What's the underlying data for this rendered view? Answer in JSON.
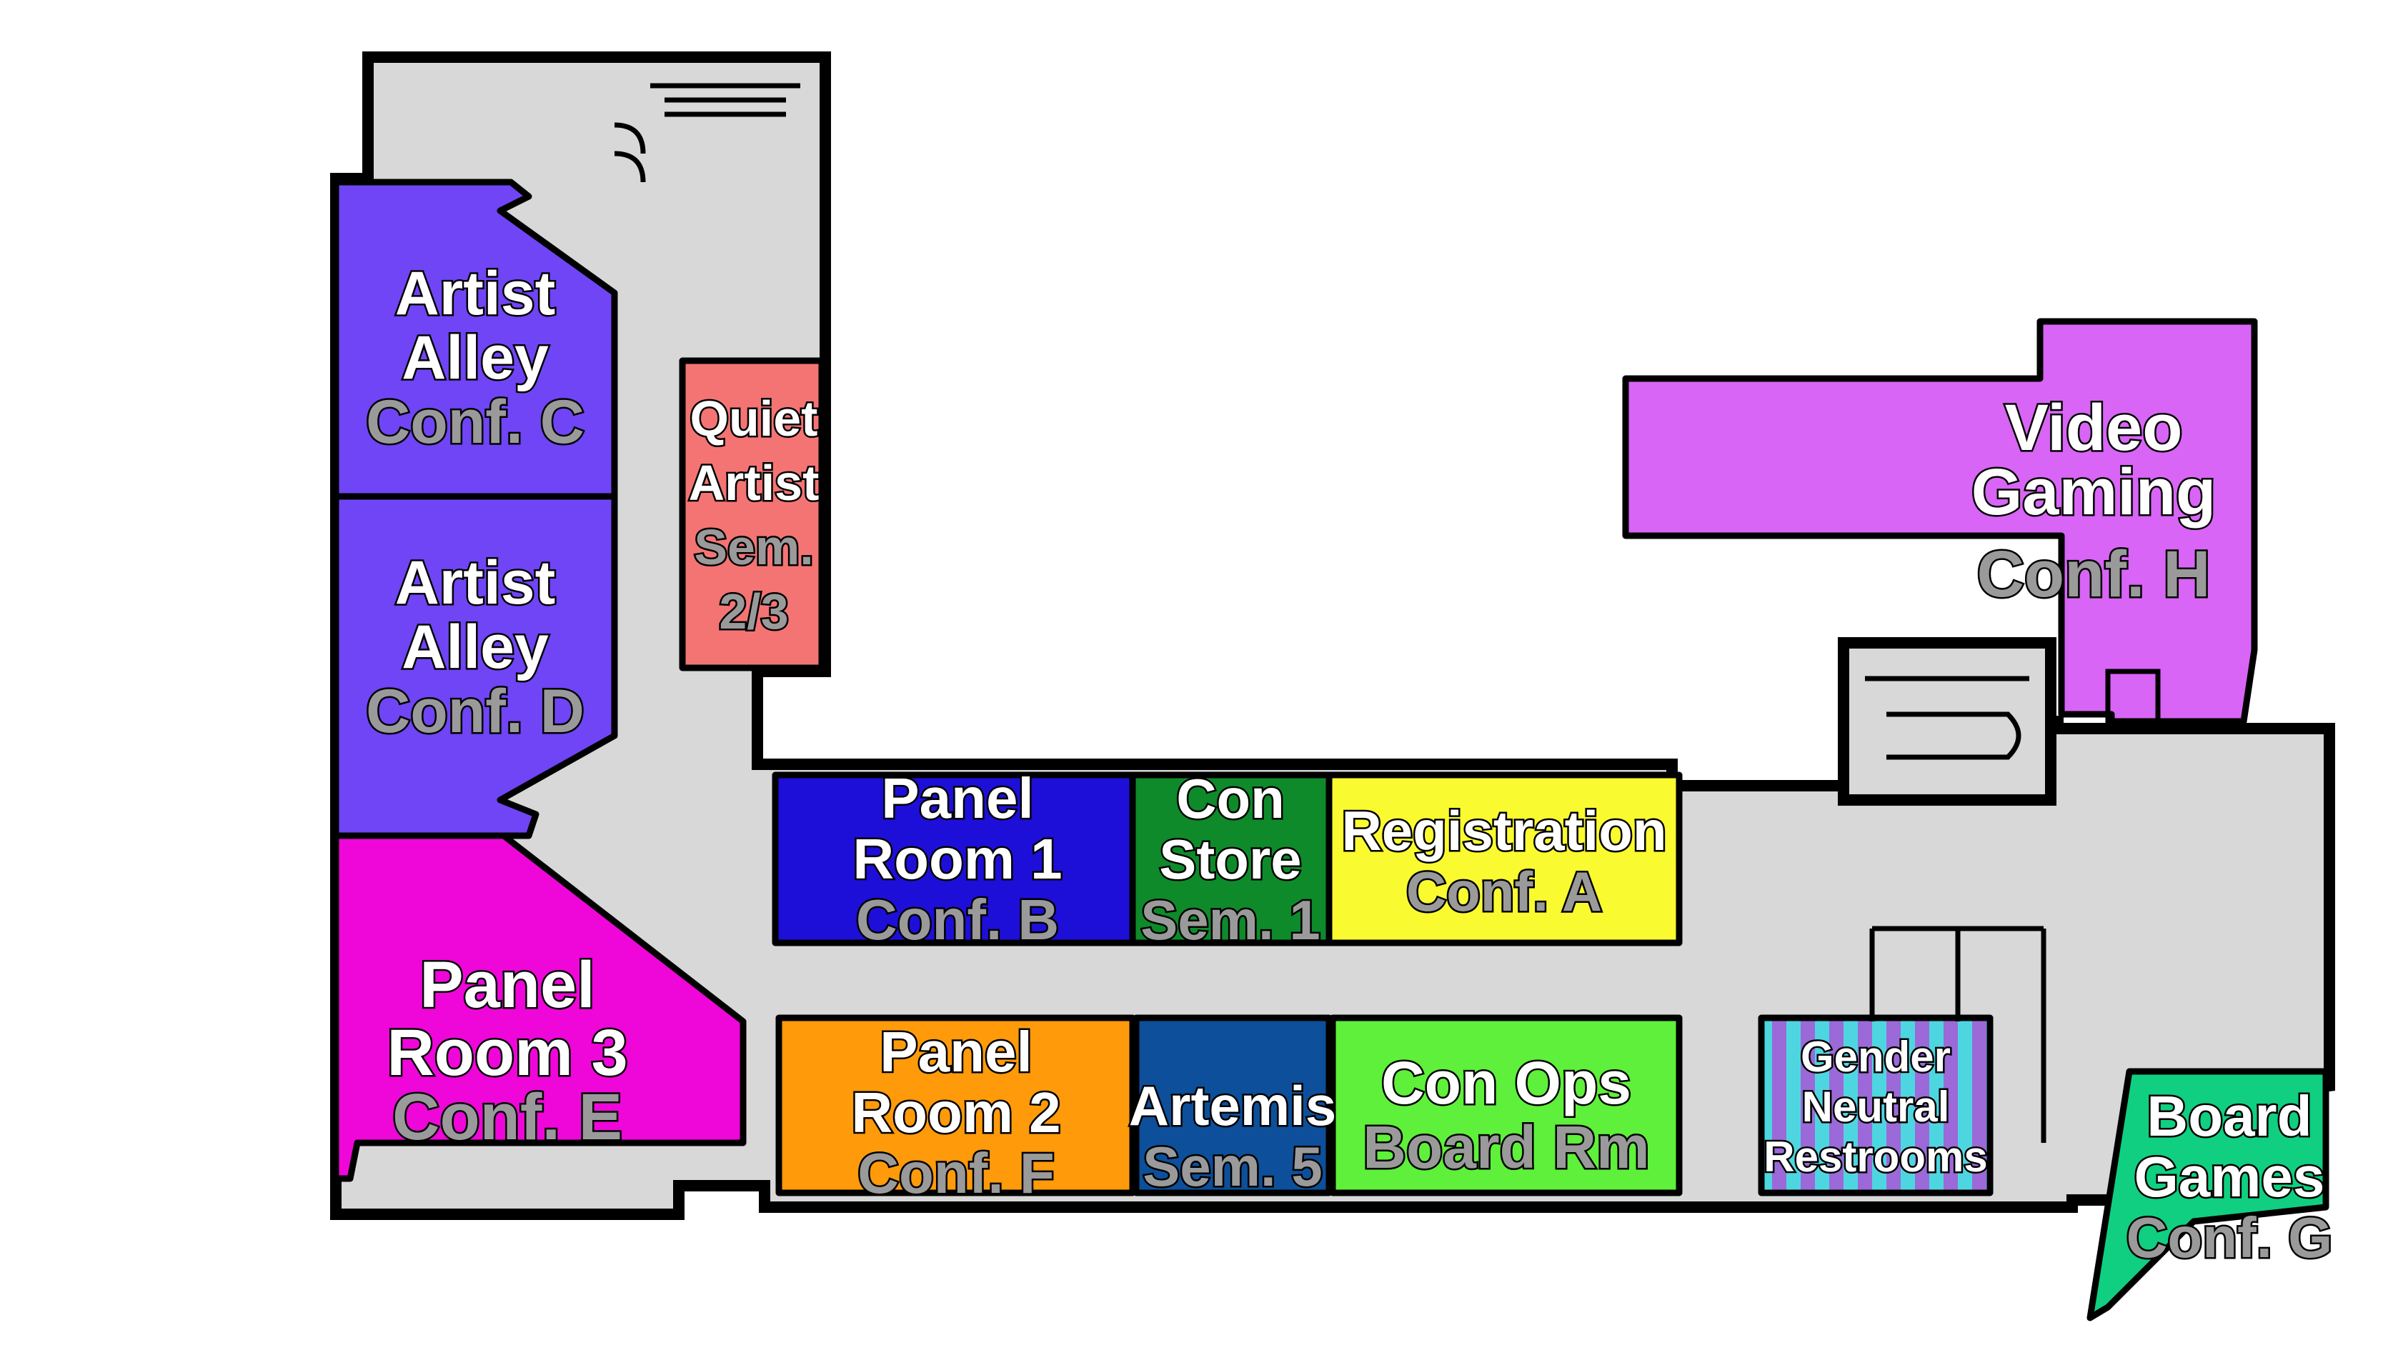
{
  "map": {
    "colors": {
      "hallway": "#d8d8d8",
      "artist_alley": "#6f45f5",
      "quiet_artist": "#f47474",
      "panel_room_3": "#ee07d8",
      "panel_room_1": "#1e0fd8",
      "con_store": "#0e8a2a",
      "registration": "#fafa30",
      "panel_room_2": "#ff9a0a",
      "artemis": "#0d4f9a",
      "con_ops": "#5ef03a",
      "restrooms_a": "#9b69d8",
      "restrooms_b": "#4ed6e0",
      "video_gaming": "#d865f5",
      "board_games": "#10cf80"
    },
    "rooms": {
      "artist_alley_c": {
        "name_1": "Artist",
        "name_2": "Alley",
        "sub": "Conf. C"
      },
      "artist_alley_d": {
        "name_1": "Artist",
        "name_2": "Alley",
        "sub": "Conf. D"
      },
      "quiet_artist": {
        "name_1": "Quiet",
        "name_2": "Artist",
        "sub_1": "Sem.",
        "sub_2": "2/3"
      },
      "panel_room_3": {
        "name_1": "Panel",
        "name_2": "Room 3",
        "sub": "Conf. E"
      },
      "panel_room_1": {
        "name_1": "Panel",
        "name_2": "Room 1",
        "sub": "Conf. B"
      },
      "con_store": {
        "name_1": "Con",
        "name_2": "Store",
        "sub": "Sem. 1"
      },
      "registration": {
        "name": "Registration",
        "sub": "Conf. A"
      },
      "panel_room_2": {
        "name_1": "Panel",
        "name_2": "Room 2",
        "sub": "Conf. F"
      },
      "artemis": {
        "name": "Artemis",
        "sub": "Sem. 5"
      },
      "con_ops": {
        "name": "Con Ops",
        "sub": "Board Rm"
      },
      "restrooms": {
        "name_1": "Gender",
        "name_2": "Neutral",
        "name_3": "Restrooms"
      },
      "video_gaming": {
        "name_1": "Video",
        "name_2": "Gaming",
        "sub": "Conf. H"
      },
      "board_games": {
        "name_1": "Board",
        "name_2": "Games",
        "sub": "Conf. G"
      }
    }
  }
}
